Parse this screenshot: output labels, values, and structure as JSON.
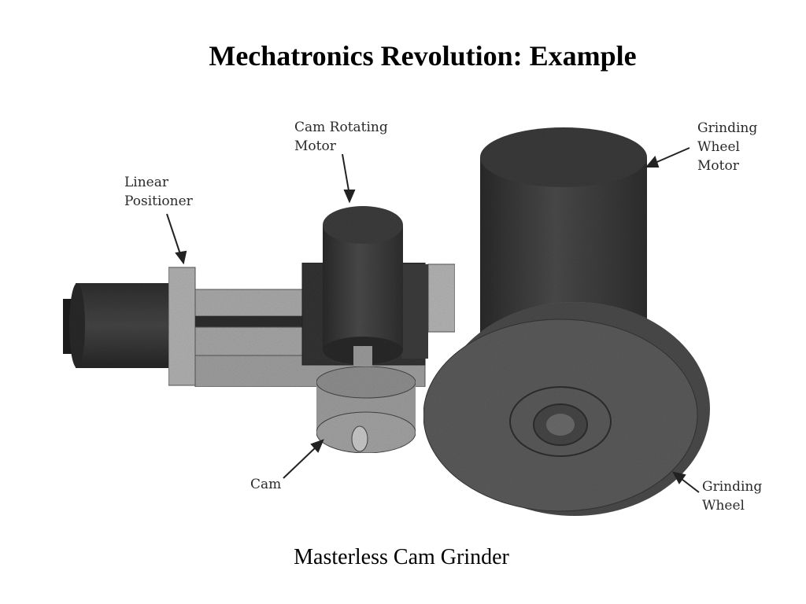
{
  "slide": {
    "title": "Mechatronics Revolution: Example",
    "caption": "Masterless Cam Grinder"
  },
  "labels": {
    "cam_rotating_motor": [
      "Cam Rotating",
      "Motor"
    ],
    "linear_positioner": [
      "Linear",
      "Positioner"
    ],
    "grinding_wheel_motor": [
      "Grinding",
      "Wheel",
      "Motor"
    ],
    "cam": [
      "Cam"
    ],
    "grinding_wheel": [
      "Grinding",
      "Wheel"
    ]
  },
  "colors": {
    "dark_part": "#3a3a3a",
    "darker_part": "#262626",
    "frame_gray": "#a7a7a7",
    "wheel_gray": "#565656"
  }
}
